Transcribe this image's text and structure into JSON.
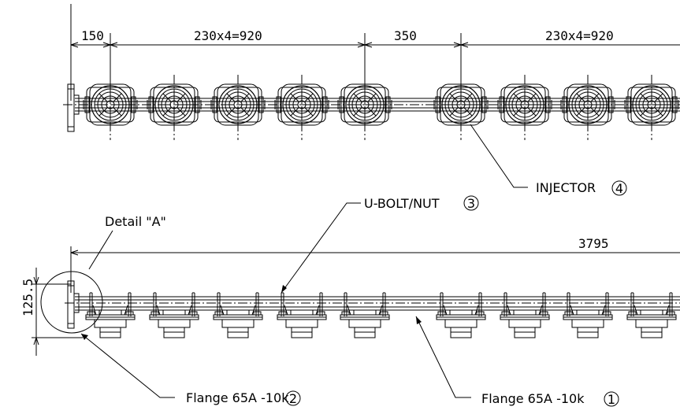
{
  "dimensions": {
    "d150": "150",
    "d920a": "230x4=920",
    "d350": "350",
    "d920b": "230x4=920",
    "d3795": "3795",
    "d125": "125.5"
  },
  "labels": {
    "injector": "INJECTOR",
    "injector_no": "4",
    "ubolt": "U-BOLT/NUT",
    "ubolt_no": "3",
    "detail": "Detail \"A\"",
    "flange_left": "Flange 65A -10k",
    "flange_left_no": "2",
    "flange_right": "Flange 65A -10k",
    "flange_right_no": "1"
  }
}
